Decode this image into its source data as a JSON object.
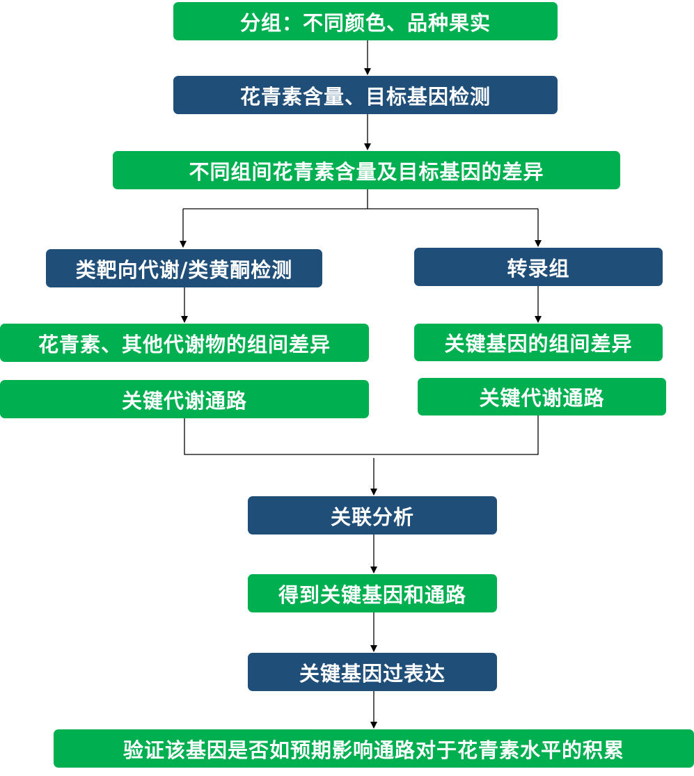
{
  "nodes": {
    "grouping": "分组：不同颜色、品种果实",
    "detect_anthocyanin": "花青素含量、目标基因检测",
    "group_difference": "不同组间花青素含量及目标基因的差异",
    "metabolomics": "类靶向代谢/类黄酮检测",
    "transcriptome": "转录组",
    "metabolite_difference": "花青素、其他代谢物的组间差异",
    "key_gene_difference": "关键基因的组间差异",
    "key_pathway_left": "关键代谢通路",
    "key_pathway_right": "关键代谢通路",
    "correlation": "关联分析",
    "get_genes_pathways": "得到关键基因和通路",
    "overexpression": "关键基因过表达",
    "validation": "验证该基因是否如预期影响通路对于花青素水平的积累"
  },
  "colors": {
    "green": "#00b050",
    "navy": "#1f4e79",
    "text": "#ffffff",
    "connector": "#000000"
  }
}
